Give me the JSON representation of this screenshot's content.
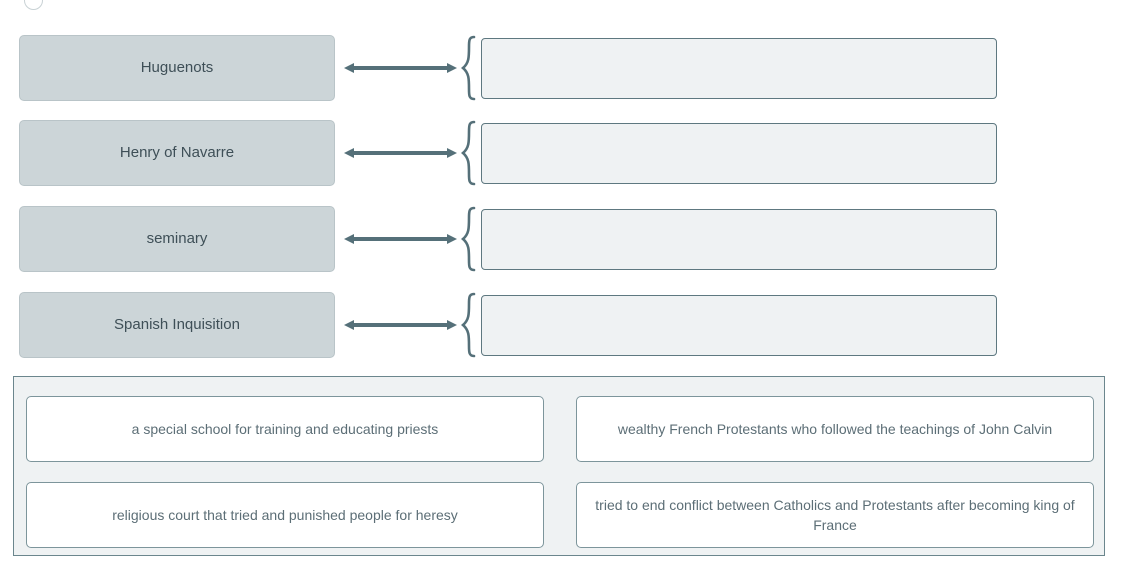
{
  "page": {
    "background_color": "#ffffff",
    "activity_type": "drag-and-drop matching exercise"
  },
  "colors": {
    "term_tile_fill": "#ccd5d8",
    "term_tile_border": "#b9c4c8",
    "term_text": "#3e4f57",
    "drop_target_fill": "#eff2f3",
    "drop_target_border": "#5e7880",
    "arrow": "#557079",
    "brace": "#557079",
    "answer_bank_fill": "#eff2f3",
    "answer_bank_border": "#6b868d",
    "answer_card_fill": "#ffffff",
    "answer_card_border": "#7d959b",
    "answer_card_text": "#5c6e76"
  },
  "match_rows": [
    {
      "term": "Huguenots",
      "connector_icon": "double-arrow-icon",
      "brace_icon": "left-curly-brace-icon",
      "answer_value": "",
      "answer_placeholder": ""
    },
    {
      "term": "Henry of Navarre",
      "connector_icon": "double-arrow-icon",
      "brace_icon": "left-curly-brace-icon",
      "answer_value": "",
      "answer_placeholder": ""
    },
    {
      "term": "seminary",
      "connector_icon": "double-arrow-icon",
      "brace_icon": "left-curly-brace-icon",
      "answer_value": "",
      "answer_placeholder": ""
    },
    {
      "term": "Spanish Inquisition",
      "connector_icon": "double-arrow-icon",
      "brace_icon": "left-curly-brace-icon",
      "answer_value": "",
      "answer_placeholder": ""
    }
  ],
  "answer_bank": {
    "cards": [
      {
        "text": "a special school for training and educating priests"
      },
      {
        "text": "wealthy French Protestants who followed the teachings of John Calvin"
      },
      {
        "text": "religious court that tried and punished people for heresy"
      },
      {
        "text": "tried to end conflict between Catholics and Protestants after becoming king of France"
      }
    ]
  }
}
